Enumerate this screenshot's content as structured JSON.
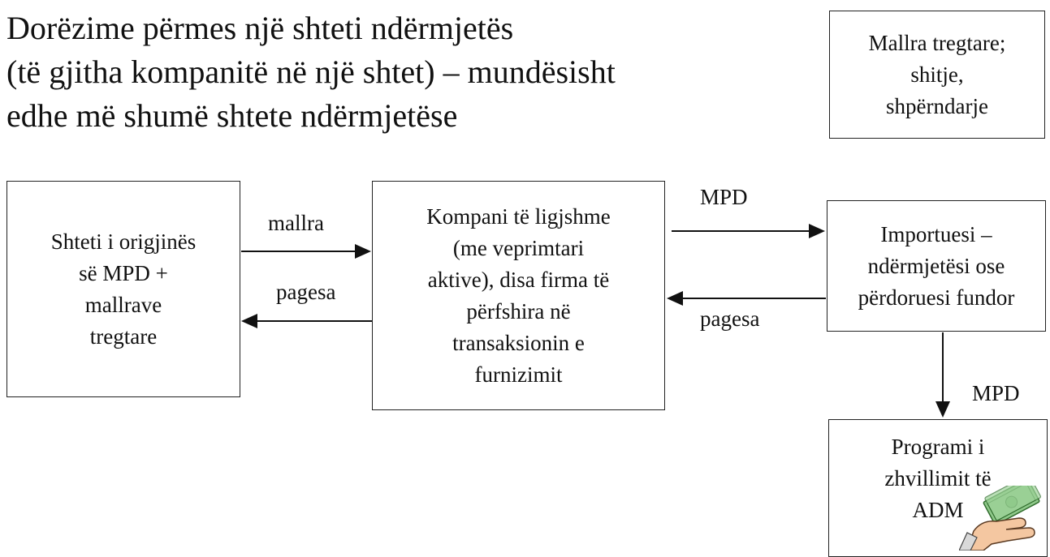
{
  "title_lines": [
    "Dorëzime përmes një shteti ndërmjetës",
    "(të gjitha kompanitë në një shtet) – mundësisht",
    "edhe më shumë shtete ndërmjetëse"
  ],
  "legend_box": "Mallra tregtare;\nshitje,\nshpërndarje",
  "nodes": {
    "origin": "Shteti i origjinës\nsë MPD +\nmallrave\ntregtare",
    "companies": "Kompani të ligjshme\n(me veprimtari\naktive), disa firma të\npërfshira në\ntransaksionin e\nfurnizimit",
    "importer": "Importuesi –\nndërmjetësi ose\npërdoruesi fundor",
    "program": "Programi i\nzhvillimit të\nADM"
  },
  "edges": {
    "goods": "mallra",
    "payment_left": "pagesa",
    "mpd_right": "MPD",
    "payment_right": "pagesa",
    "mpd_down": "MPD"
  },
  "icons": [
    "hand-with-money-icon"
  ]
}
